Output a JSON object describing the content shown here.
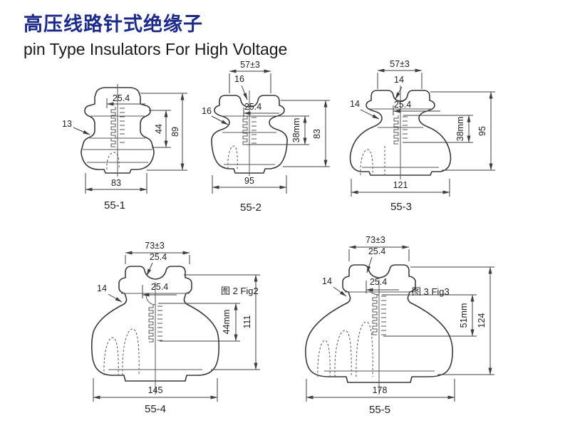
{
  "header": {
    "title_zh": "高压线路针式绝缘子",
    "title_en": "pin Type Insulators For High Voltage"
  },
  "colors": {
    "title_accent": "#1c2b8a",
    "ink": "#3a3a3a"
  },
  "figures": [
    {
      "id": "55-1",
      "dims": {
        "pin": "25.4",
        "side": "13",
        "inner_height": "44",
        "height": "89",
        "width": "83"
      }
    },
    {
      "id": "55-2",
      "dims": {
        "top_width": "57±3",
        "top_groove": "16",
        "side": "16",
        "pin": "25.4",
        "thread_depth": "38mm",
        "height": "83",
        "width": "95"
      }
    },
    {
      "id": "55-3",
      "dims": {
        "top_width": "57±3",
        "top_groove": "14",
        "side": "14",
        "pin": "25.4",
        "thread_depth": "38mm",
        "height": "95",
        "width": "121"
      }
    },
    {
      "id": "55-4",
      "fig_ref": "图 2  Fig2",
      "dims": {
        "top_width": "73±3",
        "top_groove": "25.4",
        "side": "14",
        "pin": "25.4",
        "thread_depth": "44mm",
        "height": "111",
        "width": "145"
      }
    },
    {
      "id": "55-5",
      "fig_ref": "图 3  Fig3",
      "dims": {
        "top_width": "73±3",
        "top_groove": "25.4",
        "side": "14",
        "pin": "25.4",
        "thread_depth": "51mm",
        "height": "124",
        "width": "178"
      }
    }
  ]
}
